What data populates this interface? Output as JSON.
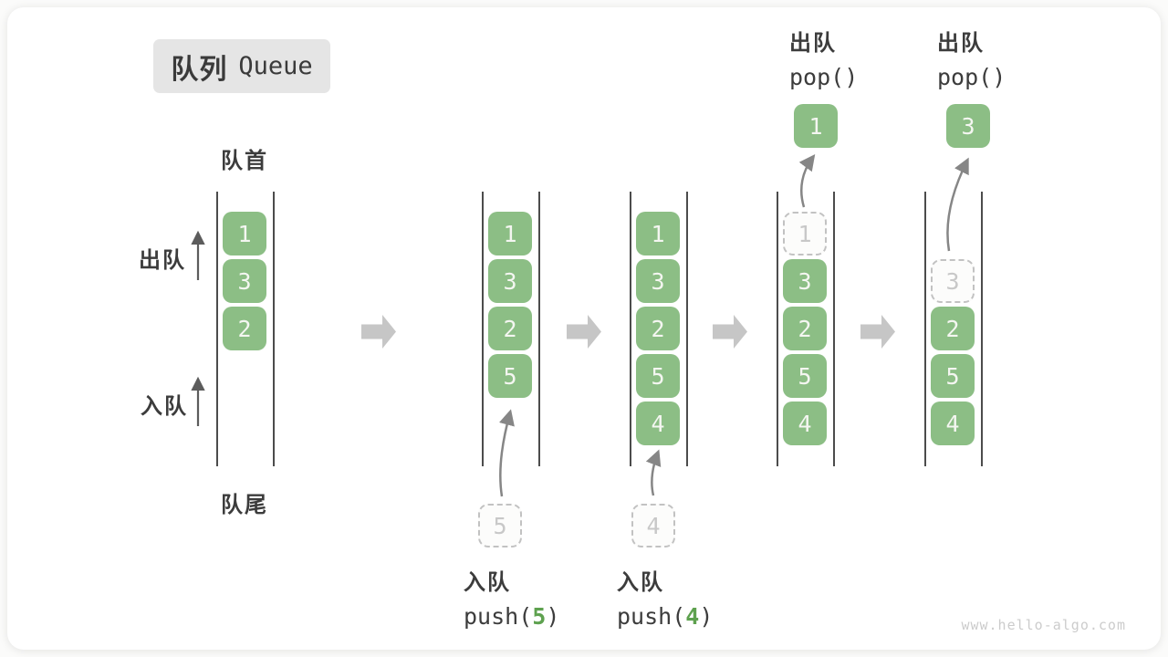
{
  "title": {
    "zh": "队列",
    "en": "Queue"
  },
  "side_labels": {
    "front": "队首",
    "rear": "队尾",
    "dequeue": "出队",
    "enqueue": "入队"
  },
  "columns": [
    {
      "items": [
        "1",
        "3",
        "2"
      ]
    },
    {
      "items": [
        "1",
        "3",
        "2",
        "5"
      ],
      "incoming": "5",
      "op": {
        "label": "入队",
        "pre": "push(",
        "num": "5",
        "post": ")"
      }
    },
    {
      "items": [
        "1",
        "3",
        "2",
        "5",
        "4"
      ],
      "incoming": "4",
      "op": {
        "label": "入队",
        "pre": "push(",
        "num": "4",
        "post": ")"
      }
    },
    {
      "ghost": "1",
      "items": [
        "3",
        "2",
        "5",
        "4"
      ],
      "popped": "1",
      "op": {
        "label": "出队",
        "code": "pop()"
      }
    },
    {
      "ghost": "3",
      "items": [
        "2",
        "5",
        "4"
      ],
      "popped": "3",
      "op": {
        "label": "出队",
        "code": "pop()"
      }
    }
  ],
  "watermark": "www.hello-algo.com",
  "colors": {
    "item_green": "#8cbe85",
    "item_text": "#f4f6f1",
    "code_num_green": "#5ea14f",
    "label_dark": "#3c3c3c",
    "block_arrow_grey": "#c6c6c6",
    "channel_line": "#4c4c4c",
    "curve_arrow": "#868686",
    "ghost_border": "#c2c2c2",
    "ghost_text": "#c8c8c8",
    "badge_bg": "#e5e5e5",
    "watermark_grey": "#cccccc"
  }
}
